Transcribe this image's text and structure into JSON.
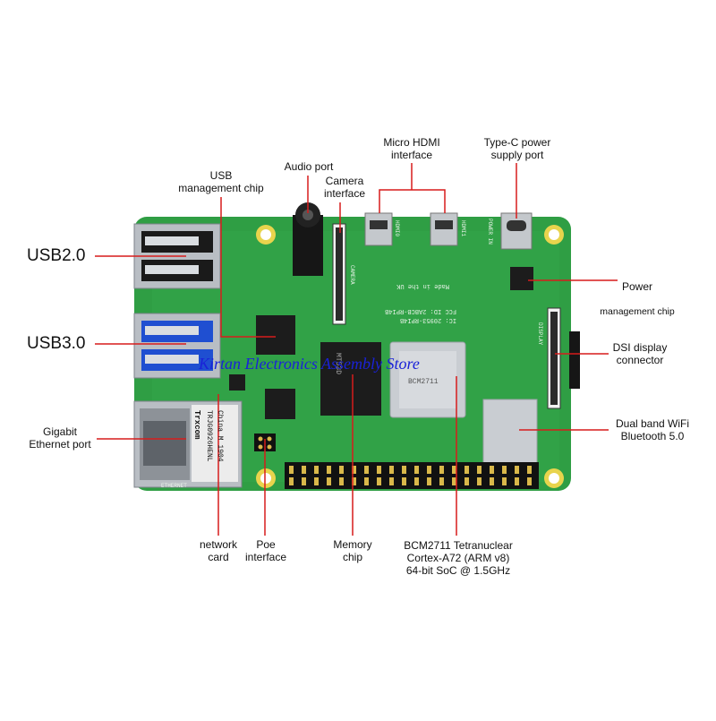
{
  "labels": {
    "usb2": "USB2.0",
    "usb3": "USB3.0",
    "gigabit": "Gigabit\nEthernet port",
    "usb_mgmt": "USB\nmanagement chip",
    "audio": "Audio port",
    "camera": "Camera\ninterface",
    "micro_hdmi": "Micro HDMI\ninterface",
    "typec": "Type-C power\nsupply port",
    "power_mgmt_1": "Power",
    "power_mgmt_2": "management chip",
    "dsi": "DSI display\nconnector",
    "wifi": "Dual band WiFi\nBluetooth 5.0",
    "network_card": "network\ncard",
    "poe": "Poe\ninterface",
    "memory": "Memory\nchip",
    "soc": "BCM2711 Tetranuclear\nCortex-A72 (ARM v8)\n64-bit SoC @ 1.5GHz"
  },
  "board_text": {
    "ethernet_brand": "Trxcom",
    "ethernet_part": "TRJG0926HENL",
    "ethernet_origin": "China M 1904",
    "ethernet_label": "ETHERNET",
    "camera_silk": "CAMERA",
    "display_silk": "DISPLAY",
    "made_in": "Made in the UK",
    "fcc_id": "FCC ID: 2ABCB-RPI4B",
    "ic_id": "IC: 20953-RPI4B",
    "power_in": "POWER IN",
    "hdmi0": "HDMI0",
    "hdmi1": "HDMI1",
    "ram_part": "MT53D",
    "soc_part": "BCM2711"
  },
  "watermark": "Kirtan Electronics Assembly Store",
  "colors": {
    "pcb": "#2f9e44",
    "pcb_dark": "#1f7a32",
    "leader": "#d71c1c",
    "metal": "#c9cdd2",
    "gold": "#d9b84a",
    "chip": "#1c1c1c"
  }
}
